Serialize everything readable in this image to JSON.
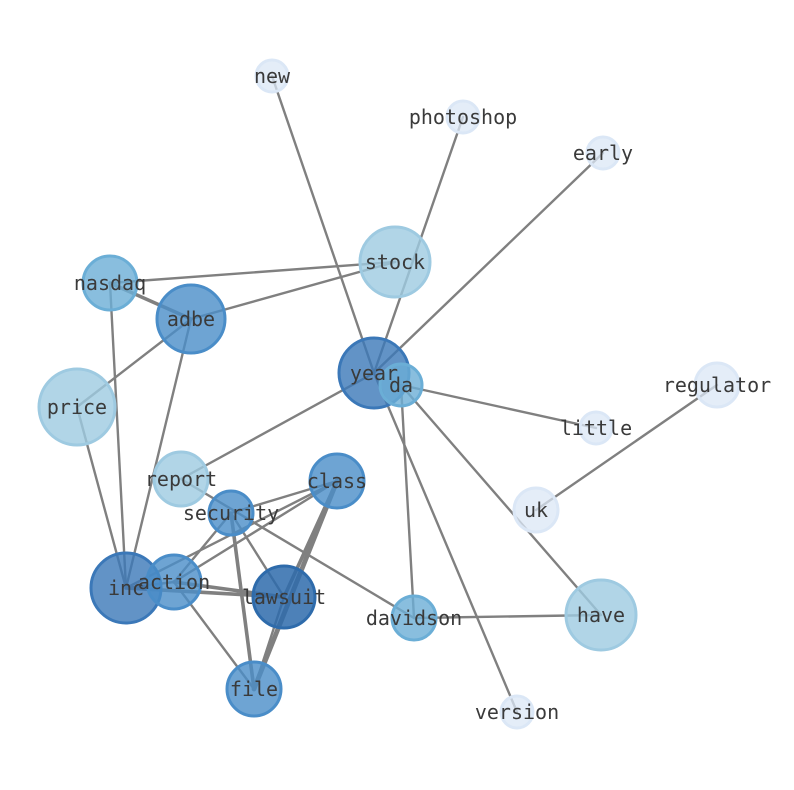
{
  "nodes": [
    {
      "id": "new",
      "label": "new",
      "level": 0
    },
    {
      "id": "photoshop",
      "label": "photoshop",
      "level": 0
    },
    {
      "id": "early",
      "label": "early",
      "level": 0
    },
    {
      "id": "stock",
      "label": "stock",
      "level": 1
    },
    {
      "id": "nasdaq",
      "label": "nasdaq",
      "level": 2
    },
    {
      "id": "adbe",
      "label": "adbe",
      "level": 3
    },
    {
      "id": "price",
      "label": "price",
      "level": 1
    },
    {
      "id": "year",
      "label": "year",
      "level": 4
    },
    {
      "id": "da",
      "label": "da",
      "level": 2
    },
    {
      "id": "regulator",
      "label": "regulator",
      "level": 0
    },
    {
      "id": "little",
      "label": "little",
      "level": 0
    },
    {
      "id": "report",
      "label": "report",
      "level": 1
    },
    {
      "id": "class",
      "label": "class",
      "level": 3
    },
    {
      "id": "security",
      "label": "security",
      "level": 3
    },
    {
      "id": "uk",
      "label": "uk",
      "level": 0
    },
    {
      "id": "inc",
      "label": "inc",
      "level": 4
    },
    {
      "id": "action",
      "label": "action",
      "level": 3
    },
    {
      "id": "lawsuit",
      "label": "lawsuit",
      "level": 5
    },
    {
      "id": "davidson",
      "label": "davidson",
      "level": 2
    },
    {
      "id": "have",
      "label": "have",
      "level": 1
    },
    {
      "id": "file",
      "label": "file",
      "level": 3
    },
    {
      "id": "version",
      "label": "version",
      "level": 0
    }
  ],
  "edges": [
    {
      "source": "new",
      "target": "year",
      "weight": 1
    },
    {
      "source": "photoshop",
      "target": "year",
      "weight": 1
    },
    {
      "source": "early",
      "target": "year",
      "weight": 1
    },
    {
      "source": "stock",
      "target": "nasdaq",
      "weight": 1
    },
    {
      "source": "stock",
      "target": "adbe",
      "weight": 1
    },
    {
      "source": "nasdaq",
      "target": "adbe",
      "weight": 2
    },
    {
      "source": "nasdaq",
      "target": "inc",
      "weight": 1
    },
    {
      "source": "adbe",
      "target": "price",
      "weight": 1
    },
    {
      "source": "adbe",
      "target": "inc",
      "weight": 1
    },
    {
      "source": "price",
      "target": "inc",
      "weight": 1
    },
    {
      "source": "year",
      "target": "report",
      "weight": 1
    },
    {
      "source": "year",
      "target": "version",
      "weight": 1
    },
    {
      "source": "da",
      "target": "little",
      "weight": 1
    },
    {
      "source": "da",
      "target": "have",
      "weight": 1
    },
    {
      "source": "da",
      "target": "davidson",
      "weight": 1
    },
    {
      "source": "regulator",
      "target": "uk",
      "weight": 1
    },
    {
      "source": "report",
      "target": "davidson",
      "weight": 1
    },
    {
      "source": "davidson",
      "target": "have",
      "weight": 1
    },
    {
      "source": "security",
      "target": "class",
      "weight": 1
    },
    {
      "source": "security",
      "target": "action",
      "weight": 1
    },
    {
      "source": "security",
      "target": "lawsuit",
      "weight": 1
    },
    {
      "source": "security",
      "target": "file",
      "weight": 2
    },
    {
      "source": "class",
      "target": "inc",
      "weight": 1
    },
    {
      "source": "class",
      "target": "action",
      "weight": 1
    },
    {
      "source": "class",
      "target": "lawsuit",
      "weight": 2
    },
    {
      "source": "class",
      "target": "file",
      "weight": 3
    },
    {
      "source": "inc",
      "target": "action",
      "weight": 1
    },
    {
      "source": "inc",
      "target": "lawsuit",
      "weight": 2
    },
    {
      "source": "action",
      "target": "lawsuit",
      "weight": 2
    },
    {
      "source": "action",
      "target": "file",
      "weight": 1
    },
    {
      "source": "lawsuit",
      "target": "file",
      "weight": 1
    }
  ],
  "colors": {
    "edge": "#808080",
    "label": "#3a3a3a",
    "levels": [
      "#dbe7f6",
      "#9ecae1",
      "#6baed6",
      "#4a8dc8",
      "#3b78b8",
      "#2e6bab"
    ]
  }
}
